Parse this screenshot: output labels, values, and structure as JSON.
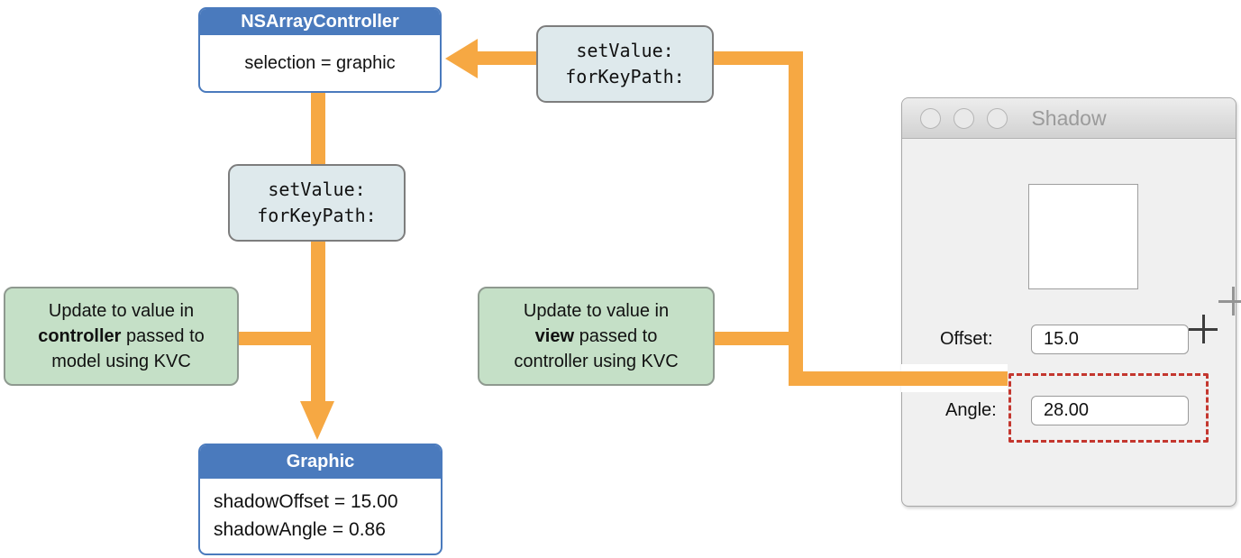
{
  "colors": {
    "accent_orange": "#F6A843",
    "node_blue": "#4A7ABD",
    "kvc_fill": "#DEE9EC",
    "note_green": "#C5E0C7",
    "highlight_red": "#C4372F"
  },
  "nodes": {
    "controller": {
      "title": "NSArrayController",
      "body": "selection = graphic"
    },
    "model": {
      "title": "Graphic",
      "line1": "shadowOffset = 15.00",
      "line2": "shadowAngle = 0.86"
    },
    "kvc_top": {
      "line1": "setValue:",
      "line2": "forKeyPath:"
    },
    "kvc_mid": {
      "line1": "setValue:",
      "line2": "forKeyPath:"
    },
    "note_controller": {
      "line1": "Update to value in",
      "bold": "controller",
      "line2_rest": "passed to",
      "line3": "model using KVC"
    },
    "note_view": {
      "line1": "Update to value in",
      "bold": "view",
      "line2_rest": "passed to",
      "line3": "controller using KVC"
    }
  },
  "window": {
    "title": "Shadow",
    "offset": {
      "label": "Offset:",
      "value": "15.0"
    },
    "angle": {
      "label": "Angle:",
      "value": "28.00"
    }
  }
}
